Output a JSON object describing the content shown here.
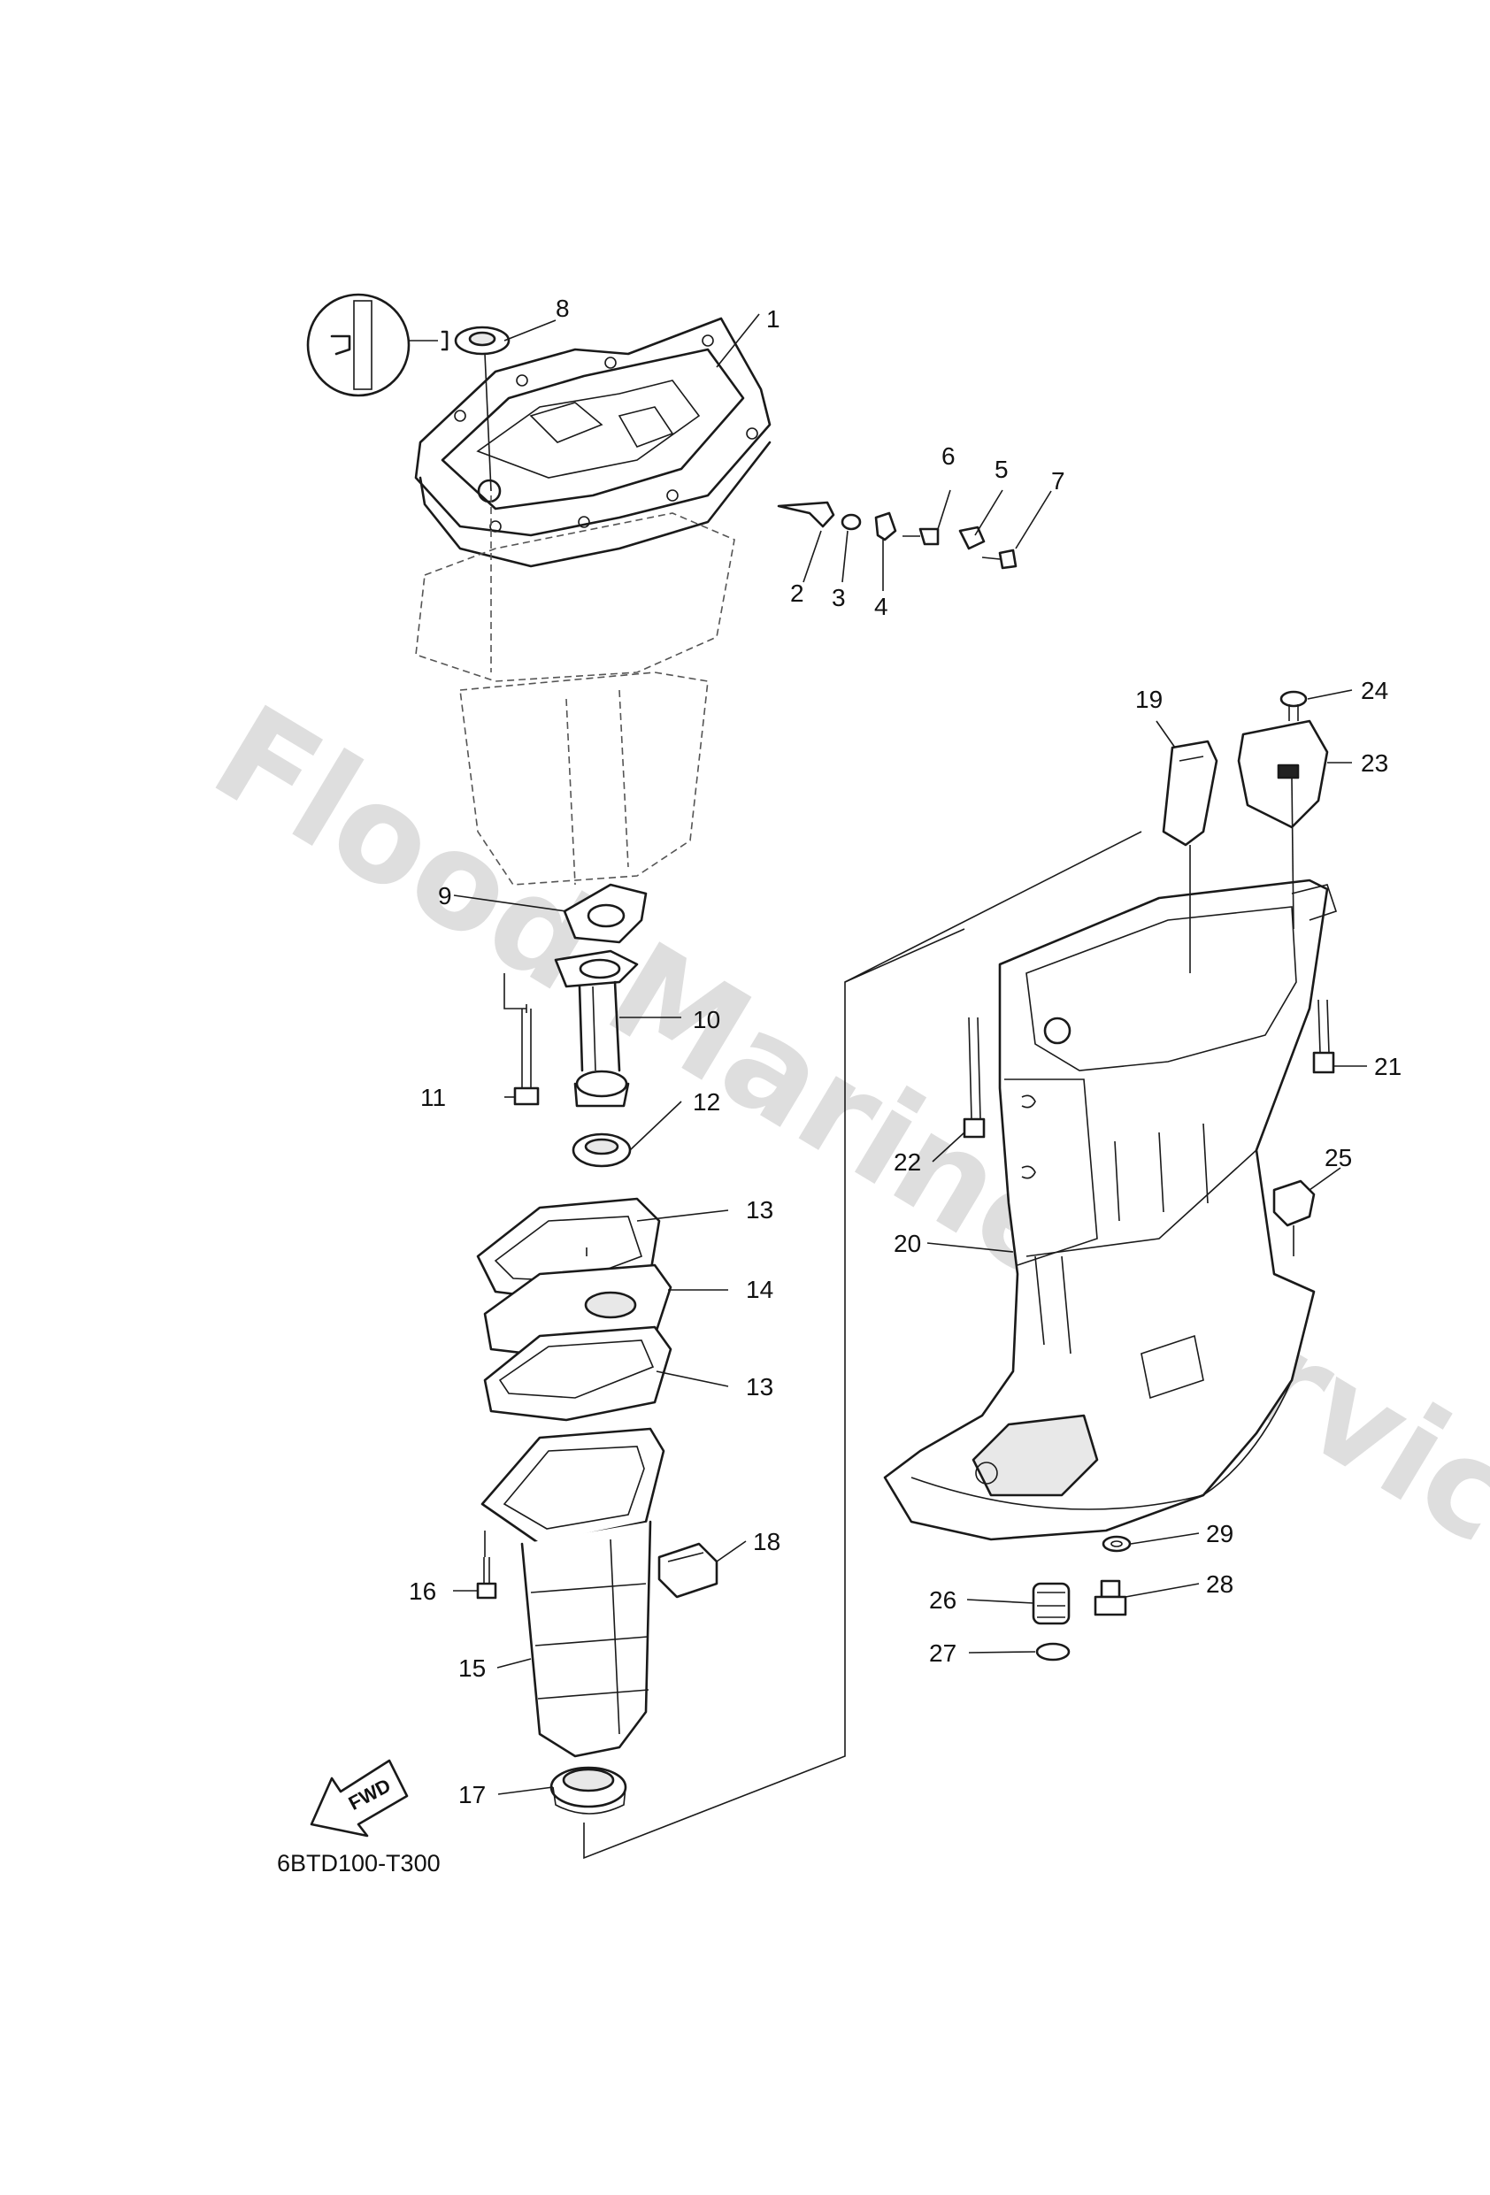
{
  "diagram_code": "6BTD100-T300",
  "watermark": "Flood Marine Services",
  "direction_label": "FWD",
  "callouts": [
    "1",
    "2",
    "3",
    "4",
    "5",
    "6",
    "7",
    "8",
    "9",
    "10",
    "11",
    "12",
    "13",
    "13",
    "14",
    "15",
    "16",
    "17",
    "18",
    "19",
    "20",
    "21",
    "22",
    "23",
    "24",
    "25",
    "26",
    "27",
    "28",
    "29"
  ],
  "colors": {
    "line": "#1a1a1a",
    "watermark": "#d9d9d9",
    "background": "#ffffff"
  }
}
